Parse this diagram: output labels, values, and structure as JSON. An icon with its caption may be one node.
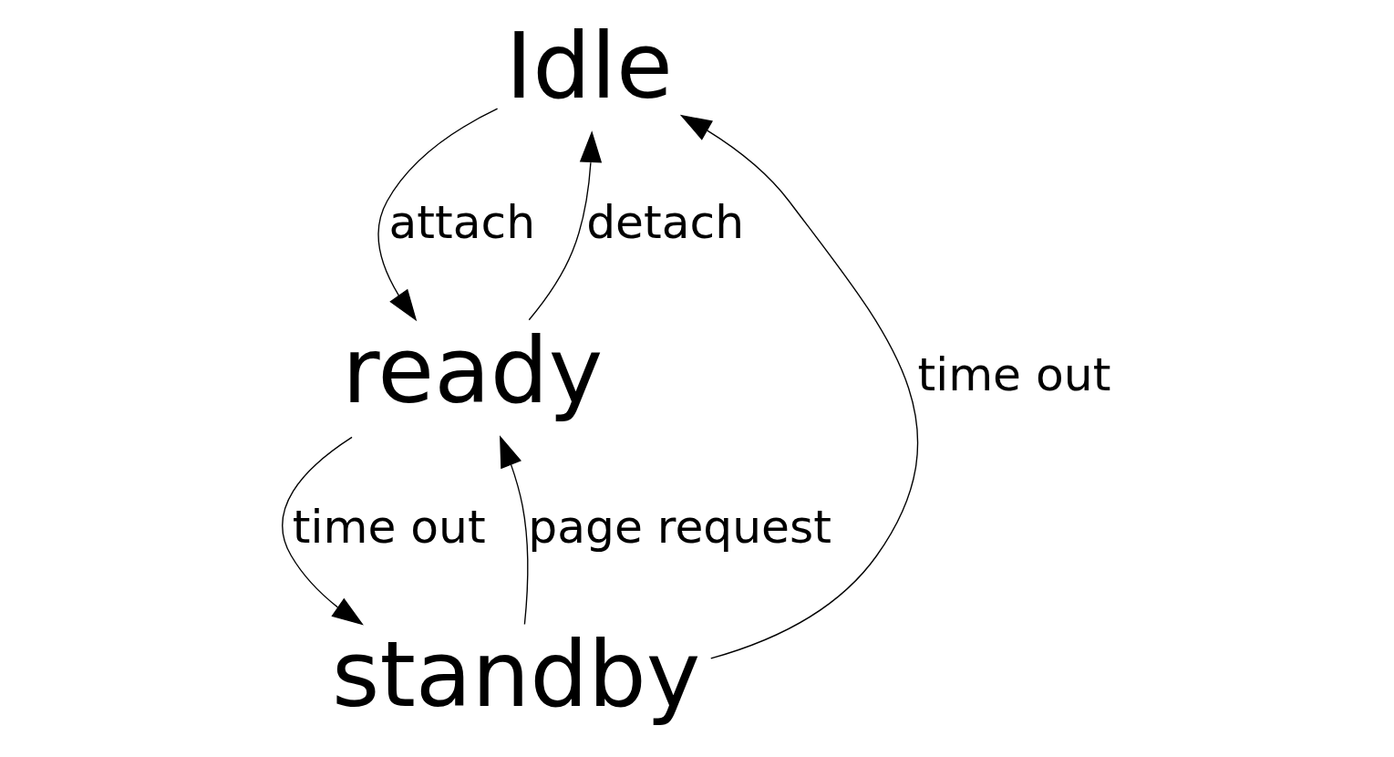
{
  "diagram": {
    "nodes": [
      {
        "text": [
          "Idle"
        ]
      },
      {
        "text": [
          "ready"
        ]
      },
      {
        "text": [
          "standby"
        ]
      }
    ],
    "edges": [
      {
        "from": 0,
        "to": 1,
        "arrow": "to",
        "label": "attach"
      },
      {
        "from": 1,
        "to": 0,
        "arrow": "to",
        "label": "detach"
      },
      {
        "from": 1,
        "to": 2,
        "arrow": "to",
        "label": "time out"
      },
      {
        "from": 2,
        "to": 1,
        "arrow": "to",
        "label": "page request"
      },
      {
        "from": 2,
        "to": 0,
        "arrow": "to",
        "label": "time out"
      }
    ]
  }
}
